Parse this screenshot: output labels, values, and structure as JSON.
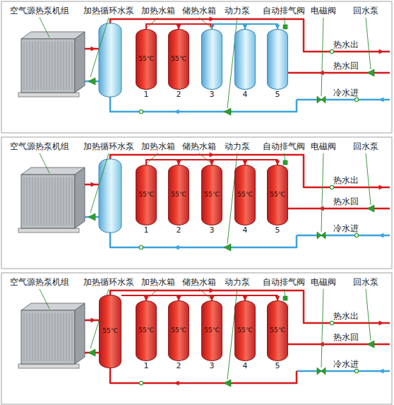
{
  "diagram": {
    "nodes": [
      {
        "text": [
          "55℃",
          "1"
        ]
      },
      {
        "text": [
          "55℃",
          "2"
        ]
      },
      {
        "text": [
          "3"
        ]
      },
      {
        "text": [
          "4"
        ]
      },
      {
        "text": [
          "5"
        ]
      },
      {
        "text": [
          "55℃",
          "1"
        ]
      },
      {
        "text": [
          "55℃",
          "2"
        ]
      },
      {
        "text": [
          "55℃",
          "3"
        ]
      },
      {
        "text": [
          "55℃",
          "4"
        ]
      },
      {
        "text": [
          "55℃",
          "5"
        ]
      },
      {
        "text": [
          "55℃"
        ]
      },
      {
        "text": [
          "55℃",
          "1"
        ]
      },
      {
        "text": [
          "55℃",
          "2"
        ]
      },
      {
        "text": [
          "55℃",
          "3"
        ]
      },
      {
        "text": [
          "55℃",
          "4"
        ]
      },
      {
        "text": [
          "55℃",
          "5"
        ]
      }
    ],
    "edges": [
      {
        "from": 0,
        "to": 1,
        "arrow": "to"
      },
      {
        "from": 1,
        "to": 2,
        "arrow": "to"
      },
      {
        "from": 2,
        "to": 3,
        "arrow": "to"
      },
      {
        "from": 3,
        "to": 4,
        "arrow": "to"
      },
      {
        "from": 5,
        "to": 6,
        "arrow": "to"
      },
      {
        "from": 6,
        "to": 7,
        "arrow": "to"
      },
      {
        "from": 7,
        "to": 8,
        "arrow": "to"
      },
      {
        "from": 8,
        "to": 9,
        "arrow": "to"
      },
      {
        "from": 10,
        "to": 11,
        "arrow": "to"
      },
      {
        "from": 11,
        "to": 12,
        "arrow": "to"
      },
      {
        "from": 12,
        "to": 13,
        "arrow": "to"
      },
      {
        "from": 13,
        "to": 14,
        "arrow": "to"
      },
      {
        "from": 14,
        "to": 15,
        "arrow": "to"
      }
    ],
    "labels": [
      "空气源热泵机组",
      "加热循环水泵",
      "加热水箱",
      "储热水箱",
      "动力泵",
      "自动排气阀",
      "电磁阀",
      "回水泵",
      "热水出",
      "热水回",
      "冷水进",
      "空气源热泵机组",
      "加热循环水泵",
      "加热水箱",
      "储热水箱",
      "动力泵",
      "自动排气阀",
      "电磁阀",
      "回水泵",
      "热水出",
      "热水回",
      "冷水进",
      "空气源热泵机组",
      "加热循环水泵",
      "加热水箱",
      "储热水箱",
      "动力泵",
      "自动排气阀",
      "电磁阀",
      "回水泵",
      "热水出",
      "热水回",
      "冷水进"
    ]
  }
}
